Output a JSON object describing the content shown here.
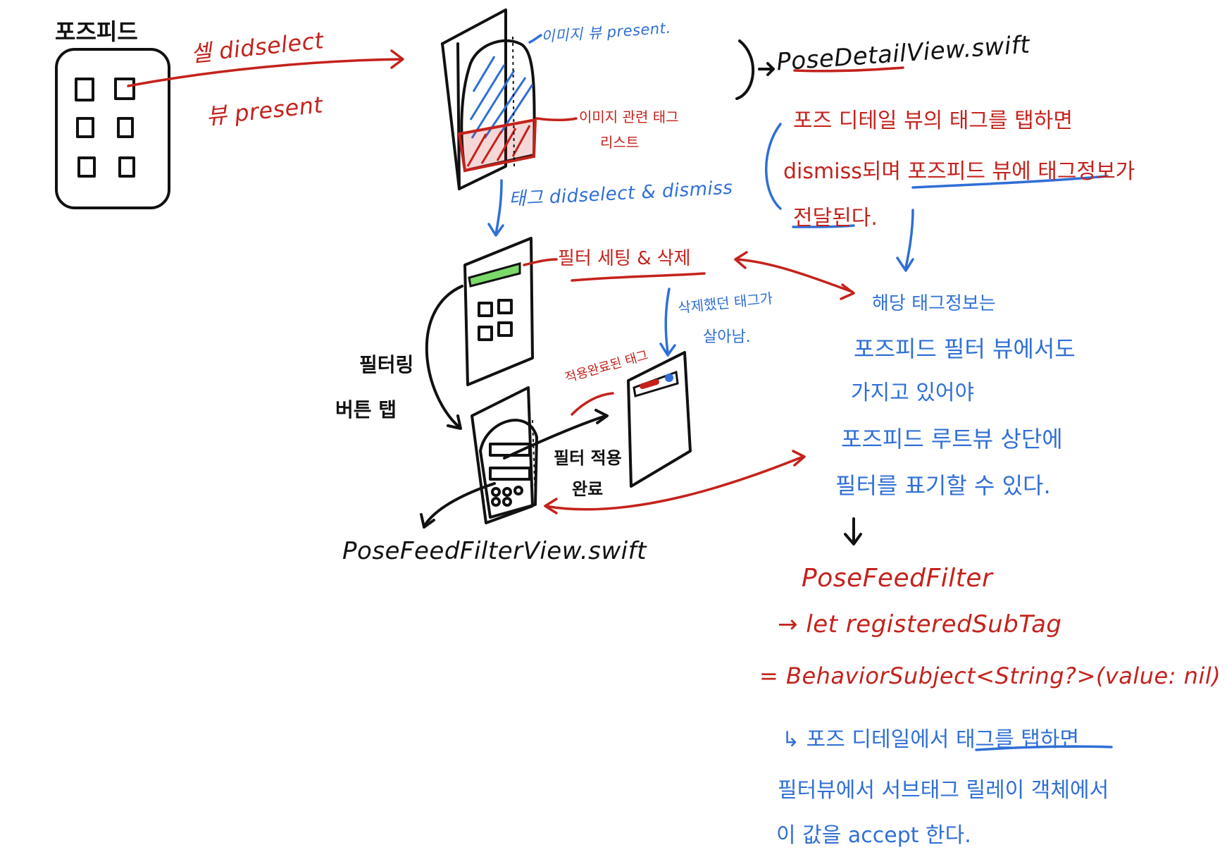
{
  "colors": {
    "black": "#111111",
    "red": "#c4221c",
    "blue": "#2f6fd6",
    "green": "#7bd96a"
  },
  "labels": {
    "pose_feed_title": "포즈피드",
    "cell_didselect": "셀 didselect",
    "view_present": "뷰 present",
    "image_view_present": "이미지 뷰 present.",
    "image_tag_list_1": "이미지 관련 태그",
    "image_tag_list_2": "리스트",
    "pose_detail_file": "PoseDetailView.swift",
    "detail_note_1": "포즈 디테일 뷰의 태그를 탭하면",
    "detail_note_2": "dismiss되며 포즈피드 뷰에 태그정보가",
    "detail_note_3": "전달된다.",
    "tag_didselect_dismiss": "태그 didselect & dismiss",
    "filter_set_delete": "필터 세팅 & 삭제",
    "deleted_tag_revive_1": "삭제했던 태그가",
    "deleted_tag_revive_2": "살아남.",
    "applied_tag": "적용완료된 태그",
    "filtering_button_tap_1": "필터링",
    "filtering_button_tap_2": "버튼 탭",
    "filter_apply_done_1": "필터 적용",
    "filter_apply_done_2": "완료",
    "pose_feed_filter_file": "PoseFeedFilterView.swift",
    "tag_info_1": "해당 태그정보는",
    "tag_info_2": "포즈피드 필터 뷰에서도",
    "tag_info_3": "가지고 있어야",
    "tag_info_4": "포즈피드 루트뷰 상단에",
    "tag_info_5": "필터를 표기할 수 있다.",
    "posefeedfilter": "PoseFeedFilter",
    "let_registered": "→ let registeredSubTag",
    "behavior_subject": "= BehaviorSubject<String?>(value: nil)",
    "relay_note_1": "↳ 포즈 디테일에서 태그를 탭하면",
    "relay_note_2": "필터뷰에서 서브태그 릴레이 객체에서",
    "relay_note_3": "이 값을 accept 한다."
  }
}
